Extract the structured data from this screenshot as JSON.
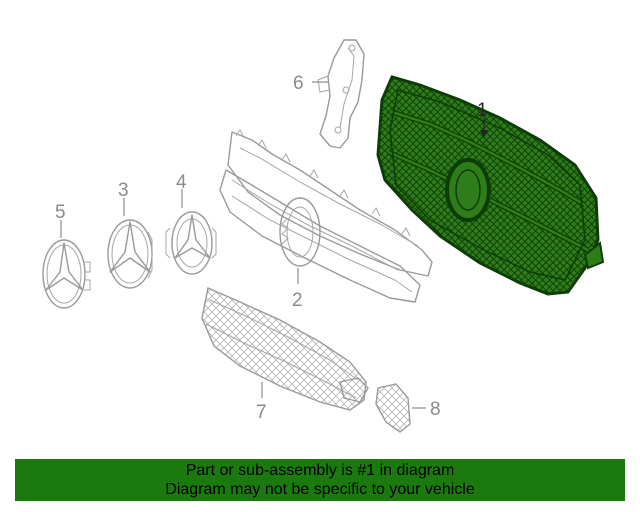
{
  "colors": {
    "highlight_fill": "#2f7d1a",
    "highlight_stroke": "#0d3d06",
    "banner_bg": "#1b7a0d",
    "part_stroke": "#9a9a9a"
  },
  "callouts": [
    {
      "id": "1",
      "label": "1",
      "highlighted": true
    },
    {
      "id": "2",
      "label": "2",
      "highlighted": false
    },
    {
      "id": "3",
      "label": "3",
      "highlighted": false
    },
    {
      "id": "4",
      "label": "4",
      "highlighted": false
    },
    {
      "id": "5",
      "label": "5",
      "highlighted": false
    },
    {
      "id": "6",
      "label": "6",
      "highlighted": false
    },
    {
      "id": "7",
      "label": "7",
      "highlighted": false
    },
    {
      "id": "8",
      "label": "8",
      "highlighted": false
    }
  ],
  "banner": {
    "line1": "Part or sub-assembly is #1 in diagram",
    "line2": "Diagram may not be specific to your vehicle"
  }
}
